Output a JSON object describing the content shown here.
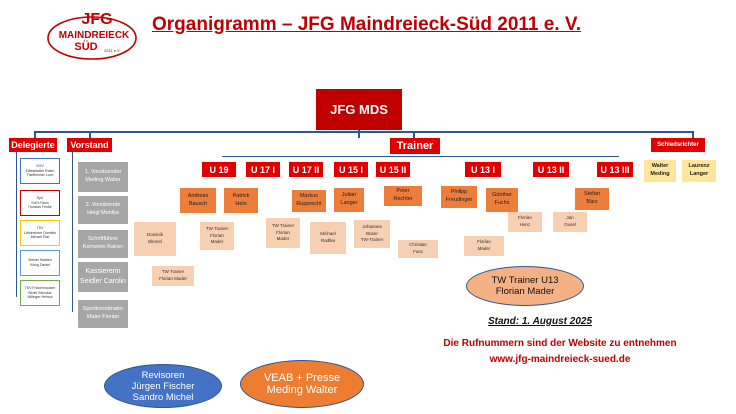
{
  "logo": {
    "line1": "JFG",
    "line2": "MAINDREIECK",
    "line3": "SÜD",
    "line4": "2011 e.V."
  },
  "title": "Organigramm – JFG Maindreieck-Süd 2011 e. V.",
  "top": "JFG MDS",
  "sections": {
    "delegierte": "Delegierte",
    "vorstand": "Vorstand",
    "trainer": "Trainer",
    "schiedsrichter": "Schiedsrichter"
  },
  "delegates": [
    {
      "text": "SGV\nEibelstadter Roten\nTheilheimer Loch",
      "border": "#4472c4"
    },
    {
      "text": "SpV\nSoFs Rann\nHunslas Fenke",
      "border": "#c00000"
    },
    {
      "text": "TSV\nLöhnheimer Dombirk\nMenzel Etat",
      "border": "#ffc000"
    },
    {
      "text": "Menier Martien\nKönig Daniel",
      "border": "#5b9bd5"
    },
    {
      "text": "TSV Frickenhausen\nBirbel Sieczkar\nMillinger Helmut",
      "border": "#70ad47"
    }
  ],
  "board": [
    "1. Vorsitzender\nMeding Walter",
    "2. Vorsitzende\nHeigl Monika",
    "Schriftführer\nKernwein Rainer",
    "Kassiererin\nSeidler Carolin",
    "Sportkoordinator\nMaier Florian"
  ],
  "teams": [
    "U 19",
    "U 17 I",
    "U 17 II",
    "U 15 I",
    "U 15 II",
    "U 13 I",
    "U 13 II",
    "U 13 III"
  ],
  "coaches": [
    "Andreas\nBausch",
    "Patrick\nHein",
    "Markus\nRupprecht",
    "Julian\nLanger",
    "Peter\nRechter",
    "Philipp\nFreudinger",
    "Günther\nFuchs",
    "Stefan\nBärz"
  ],
  "assistants": [
    "Dominik\nBlemel",
    "TW Trainer\nFlorian Mader",
    "TW Trainer\nFlorian\nMader",
    "TW Trainer\nFlorian\nMader",
    "Michael\nRadtke",
    "Johannes\nBüser\nTW-Trainer",
    "Christian\nFass",
    "Florian\nMader",
    "Florian\nHenz",
    "Jan\nOusel"
  ],
  "referees": [
    "Walter\nMeding",
    "Laurenz\nLanger"
  ],
  "ovals": {
    "tw": "TW Trainer U13\nFlorian Mader",
    "revisoren": "Revisoren\nJürgen Fischer\nSandro Michel",
    "veab": "VEAB + Presse\nMeding Walter"
  },
  "stand": "Stand: 1. August 2025",
  "info_line1": "Die Rufnummern sind der Website zu entnehmen",
  "info_line2": "www.jfg-maindreieck-sued.de",
  "colors": {
    "red": "#e00000",
    "darkred": "#c00000",
    "orange": "#ec7d3b",
    "peach": "#f7cfb2",
    "grey": "#a6a6a6",
    "yellow": "#ffe699",
    "blue": "#4472c4",
    "line": "#2e5597"
  }
}
